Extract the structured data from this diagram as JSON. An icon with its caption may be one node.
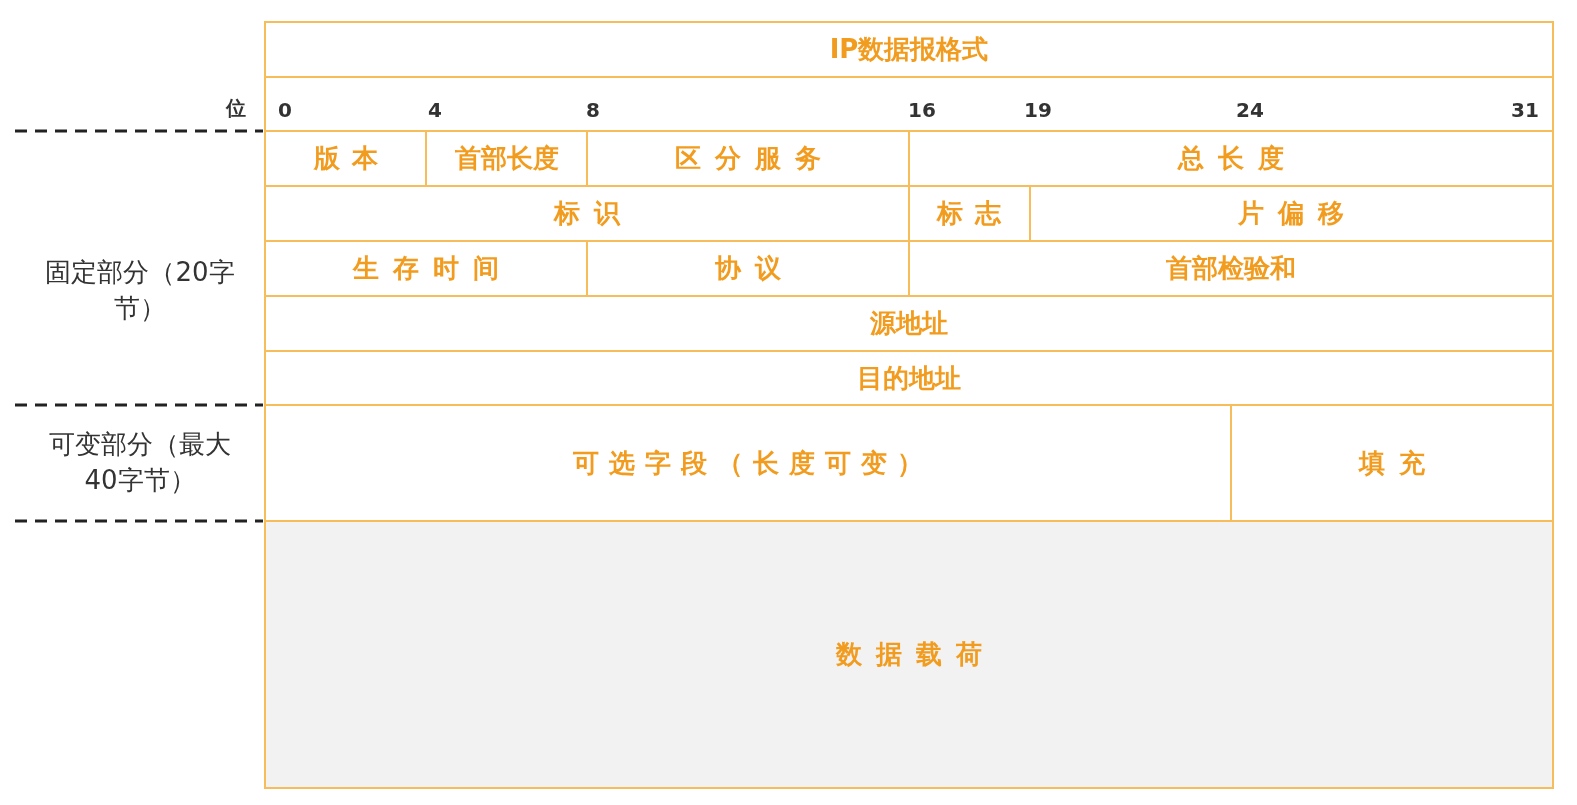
{
  "diagram": {
    "nodes": [
      {
        "text": [
          "IP数据报格式"
        ]
      },
      {
        "text": [
          "版本"
        ]
      },
      {
        "text": [
          "首部长度"
        ]
      },
      {
        "text": [
          "区分服务"
        ]
      },
      {
        "text": [
          "总长度"
        ]
      },
      {
        "text": [
          "标识"
        ]
      },
      {
        "text": [
          "标志"
        ]
      },
      {
        "text": [
          "片偏移"
        ]
      },
      {
        "text": [
          "生存时间"
        ]
      },
      {
        "text": [
          "协议"
        ]
      },
      {
        "text": [
          "首部检验和"
        ]
      },
      {
        "text": [
          "源地址"
        ]
      },
      {
        "text": [
          "目的地址"
        ]
      },
      {
        "text": [
          "可选字段（长度可变）"
        ]
      },
      {
        "text": [
          "填充"
        ]
      },
      {
        "text": [
          "数据载荷"
        ]
      }
    ],
    "labels": [
      "位",
      "0",
      "4",
      "8",
      "16",
      "19",
      "24",
      "31",
      "固定部分（20字节）",
      "可变部分（最大40字节）"
    ]
  }
}
